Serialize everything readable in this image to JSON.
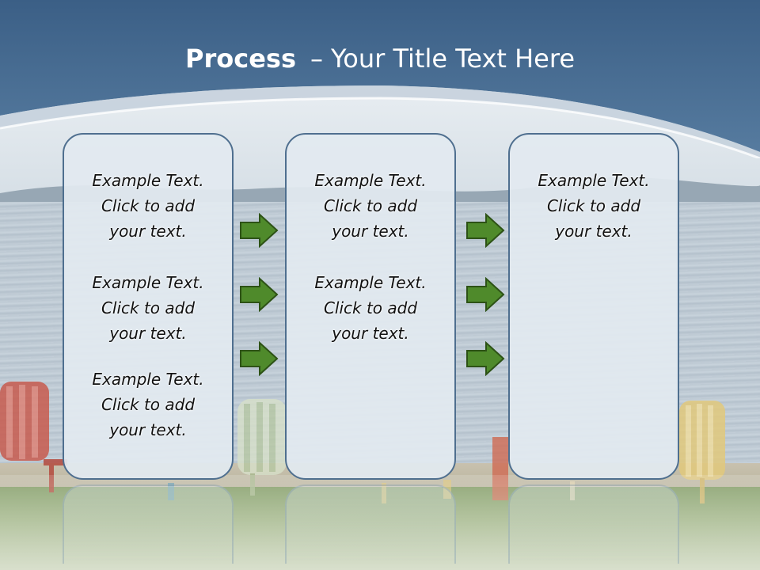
{
  "slide": {
    "title_bold": "Process",
    "title_dash": "–",
    "title_rest": "Your Title Text Here"
  },
  "columns": [
    {
      "blocks": [
        {
          "lines": [
            "Example Text.",
            "Click  to add",
            "your text."
          ]
        },
        {
          "lines": [
            "Example Text.",
            "Click  to add",
            "your text."
          ]
        },
        {
          "lines": [
            "Example Text.",
            "Click  to add",
            "your text."
          ]
        }
      ]
    },
    {
      "blocks": [
        {
          "lines": [
            "Example Text.",
            "Click  to add",
            "your text."
          ]
        },
        {
          "lines": [
            "Example Text.",
            "Click  to add",
            "your text."
          ]
        }
      ]
    },
    {
      "blocks": [
        {
          "lines": [
            "Example Text.",
            "Click  to add",
            "your text."
          ]
        }
      ]
    }
  ],
  "icons": {
    "arrow": "right-arrow-icon"
  },
  "colors": {
    "header_blue": "#44688d",
    "panel_border": "#4f6f8f",
    "panel_fill": "#e2e9f0",
    "arrow_fill": "#4f8a2b",
    "arrow_stroke": "#2d5216",
    "title_text": "#ffffff"
  }
}
